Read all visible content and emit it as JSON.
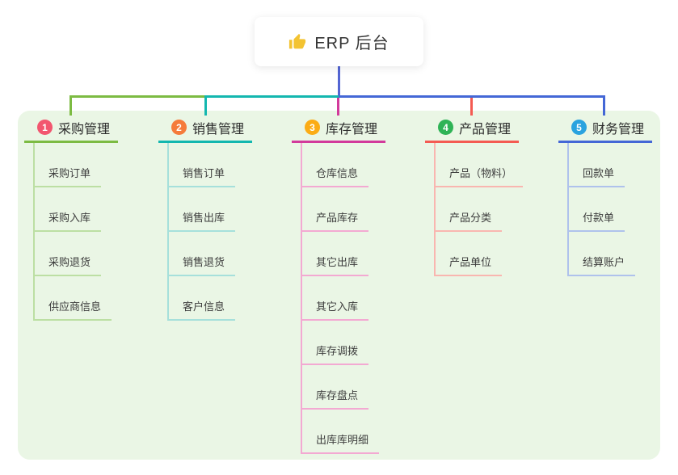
{
  "root": {
    "label": "ERP 后台",
    "icon": "thumbs-up-icon"
  },
  "panel_bg": "#EAF6E5",
  "root_connector_color": "#5365D3",
  "branches": [
    {
      "num": "1",
      "label": "采购管理",
      "line_color": "#7CBB42",
      "item_line_color": "#BCDFA3",
      "badge_color": "#F2566F",
      "items": [
        "采购订单",
        "采购入库",
        "采购退货",
        "供应商信息"
      ]
    },
    {
      "num": "2",
      "label": "销售管理",
      "line_color": "#13B7AF",
      "item_line_color": "#A6E0DB",
      "badge_color": "#F57B3B",
      "items": [
        "销售订单",
        "销售出库",
        "销售退货",
        "客户信息"
      ]
    },
    {
      "num": "3",
      "label": "库存管理",
      "line_color": "#D23A9B",
      "item_line_color": "#F3A9D2",
      "badge_color": "#FBAC15",
      "items": [
        "仓库信息",
        "产品库存",
        "其它出库",
        "其它入库",
        "库存调拨",
        "库存盘点",
        "出库库明细"
      ]
    },
    {
      "num": "4",
      "label": "产品管理",
      "line_color": "#F45B52",
      "item_line_color": "#F9B6B0",
      "badge_color": "#2FB356",
      "items": [
        "产品（物料）",
        "产品分类",
        "产品单位"
      ]
    },
    {
      "num": "5",
      "label": "财务管理",
      "line_color": "#4467D6",
      "item_line_color": "#AFC2EC",
      "badge_color": "#2AA3DF",
      "items": [
        "回款单",
        "付款单",
        "结算账户"
      ]
    }
  ]
}
